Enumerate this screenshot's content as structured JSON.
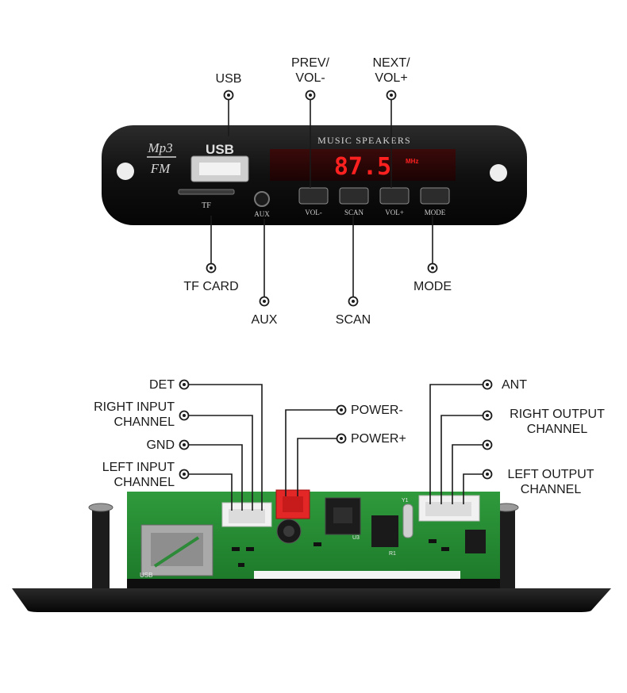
{
  "panel": {
    "brand_top": "Mp3",
    "brand_bottom": "FM",
    "usb_text": "USB",
    "tf_text": "TF",
    "aux_text": "AUX",
    "header_text": "MUSIC SPEAKERS",
    "display_value": "87.5",
    "display_unit": "MHz",
    "buttons": [
      "VOL-",
      "SCAN",
      "VOL+",
      "MODE"
    ],
    "colors": {
      "body": "#111111",
      "display": "#e8161a",
      "label": "#1a1a1a"
    }
  },
  "front_labels": {
    "usb": "USB",
    "prev": [
      "PREV/",
      "VOL-"
    ],
    "next": [
      "NEXT/",
      "VOL+"
    ],
    "tf_card": "TF CARD",
    "aux": "AUX",
    "scan": "SCAN",
    "mode": "MODE"
  },
  "board_labels": {
    "det": "DET",
    "right_input": [
      "RIGHT INPUT",
      "CHANNEL"
    ],
    "gnd": "GND",
    "left_input": [
      "LEFT INPUT",
      "CHANNEL"
    ],
    "power_minus": "POWER-",
    "power_plus": "POWER+",
    "ant": "ANT",
    "right_output": [
      "RIGHT OUTPUT",
      "CHANNEL"
    ],
    "left_output": [
      "LEFT OUTPUT",
      "CHANNEL"
    ]
  },
  "board": {
    "usb_silk": "USB",
    "u3_silk": "U3",
    "y1_silk": "Y1",
    "r1_silk": "R1"
  }
}
